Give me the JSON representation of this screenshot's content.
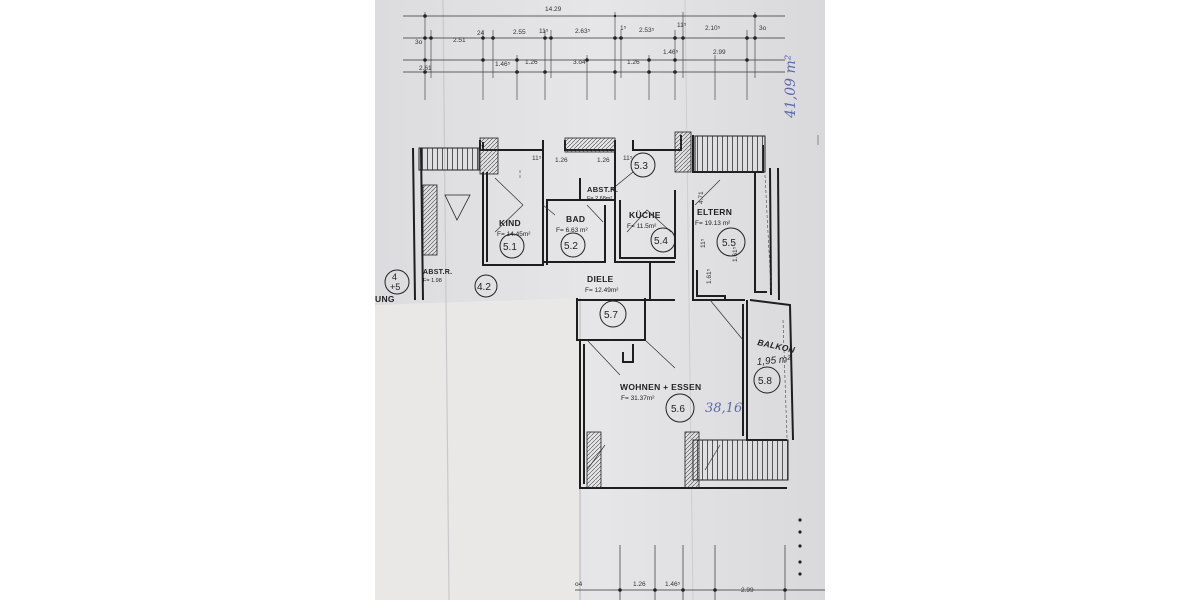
{
  "dimensions": {
    "top_total": "14.29",
    "row1": [
      "3o",
      "2.51",
      "24",
      "2.55",
      "11⁵",
      "2.63⁵",
      "1⁵",
      "2.53⁵",
      "11⁵",
      "2.10⁵",
      "3o"
    ],
    "row2": [
      "2.61",
      "1.46⁵",
      "1.26",
      "3.o4",
      "1.26",
      "1.46⁵",
      "2.99"
    ],
    "inner": [
      "11⁵",
      "1.26",
      "1.26",
      "11⁵"
    ],
    "eltern_side": [
      "4.71",
      "11⁵",
      "1.61⁵"
    ],
    "bottom": [
      "1.26",
      "1.46⁵",
      "2.99",
      "o4"
    ]
  },
  "rooms": [
    {
      "name": "KIND",
      "area": "F= 14.45m²",
      "code": "5.1"
    },
    {
      "name": "BAD",
      "area": "F= 6.63 m²",
      "code": "5.2"
    },
    {
      "name": "ABST.R.",
      "area": "F= 2.68m²",
      "code": "5.3"
    },
    {
      "name": "KÜCHE",
      "area": "F= 11.5m²",
      "code": "5.4"
    },
    {
      "name": "ELTERN",
      "area": "F= 19.13 m²",
      "code": "5.5"
    },
    {
      "name": "WOHNEN + ESSEN",
      "area": "F= 31.37m²",
      "code": "5.6"
    },
    {
      "name": "DIELE",
      "area": "F= 12.49m²",
      "code": "5.7"
    },
    {
      "name": "BALKON",
      "area": "1,95 m²",
      "code": "5.8"
    }
  ],
  "left_fragment": {
    "abstr": {
      "name": "ABST.R.",
      "area": "F= 1.98"
    },
    "codes": [
      "4.2",
      "4\n+5"
    ],
    "partial_text": "UNG"
  },
  "handwritten": {
    "total": "41,09 m²",
    "wohnen_note": "38,16"
  }
}
